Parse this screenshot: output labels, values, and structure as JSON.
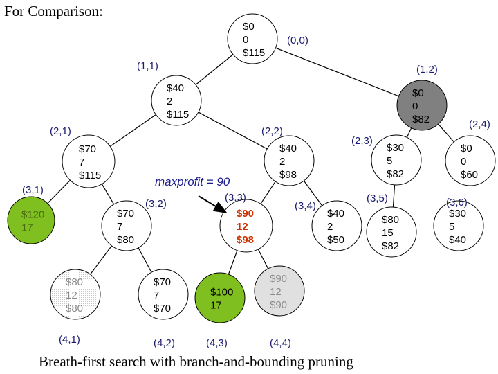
{
  "title": "For Comparison:",
  "caption": "Breath-first search with branch-and-bounding pruning",
  "annotation": "maxprofit = 90",
  "colors": {
    "label": "#1a1a6e",
    "highlight": "#cc3300",
    "annotation": "#1a1a8c",
    "green": "#7fbf1f",
    "dark_gray": "#808080",
    "light_gray": "#e0e0e0",
    "pale_text": "#8a8a8a"
  },
  "nodes": [
    {
      "id": "n00",
      "label": "(0,0)",
      "lines": [
        "$0",
        "0",
        "$115"
      ]
    },
    {
      "id": "n11",
      "label": "(1,1)",
      "lines": [
        "$40",
        "2",
        "$115"
      ]
    },
    {
      "id": "n12",
      "label": "(1,2)",
      "lines": [
        "$0",
        "0",
        "$82"
      ]
    },
    {
      "id": "n21",
      "label": "(2,1)",
      "lines": [
        "$70",
        "7",
        "$115"
      ]
    },
    {
      "id": "n22",
      "label": "(2,2)",
      "lines": [
        "$40",
        "2",
        "$98"
      ]
    },
    {
      "id": "n23",
      "label": "(2,3)",
      "lines": [
        "$30",
        "5",
        "$82"
      ]
    },
    {
      "id": "n24",
      "label": "(2,4)",
      "lines": [
        "$0",
        "0",
        "$60"
      ]
    },
    {
      "id": "n31",
      "label": "(3,1)",
      "lines": [
        "$120",
        "17"
      ]
    },
    {
      "id": "n32",
      "label": "(3,2)",
      "lines": [
        "$70",
        "7",
        "$80"
      ]
    },
    {
      "id": "n33",
      "label": "(3,3)",
      "lines": [
        "$90",
        "12",
        "$98"
      ]
    },
    {
      "id": "n34",
      "label": "(3,4)",
      "lines": [
        "$40",
        "2",
        "$50"
      ]
    },
    {
      "id": "n35",
      "label": "(3,5)",
      "lines": [
        "$80",
        "15",
        "$82"
      ]
    },
    {
      "id": "n36",
      "label": "(3,6)",
      "lines": [
        "$30",
        "5",
        "$40"
      ]
    },
    {
      "id": "n41",
      "label": "(4,1)",
      "lines": [
        "$80",
        "12",
        "$80"
      ]
    },
    {
      "id": "n42",
      "label": "(4,2)",
      "lines": [
        "$70",
        "7",
        "$70"
      ]
    },
    {
      "id": "n43",
      "label": "(4,3)",
      "lines": [
        "$100",
        "17"
      ]
    },
    {
      "id": "n44",
      "label": "(4,4)",
      "lines": [
        "$90",
        "12",
        "$90"
      ]
    }
  ],
  "edges": [
    [
      "n00",
      "n11"
    ],
    [
      "n00",
      "n12"
    ],
    [
      "n11",
      "n21"
    ],
    [
      "n11",
      "n22"
    ],
    [
      "n12",
      "n23"
    ],
    [
      "n12",
      "n24"
    ],
    [
      "n21",
      "n31"
    ],
    [
      "n21",
      "n32"
    ],
    [
      "n22",
      "n33"
    ],
    [
      "n22",
      "n34"
    ],
    [
      "n23",
      "n35"
    ],
    [
      "n32",
      "n41"
    ],
    [
      "n32",
      "n42"
    ],
    [
      "n33",
      "n43"
    ],
    [
      "n33",
      "n44"
    ]
  ]
}
